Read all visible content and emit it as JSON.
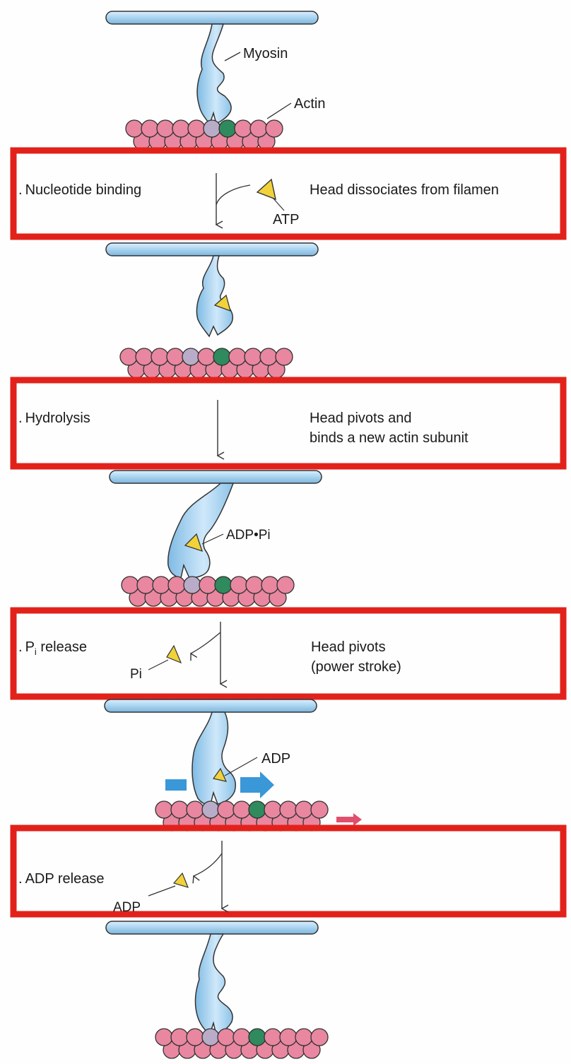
{
  "labels": {
    "myosin": "Myosin",
    "actin": "Actin",
    "atp": "ATP",
    "adp_pi": "ADP•Pi",
    "adp": "ADP",
    "pi": "Pi",
    "adp_released": "ADP"
  },
  "steps": [
    {
      "prefix": ".",
      "title": "Nucleotide binding",
      "result_line1": "Head dissociates from filamen",
      "result_line2": ""
    },
    {
      "prefix": ".",
      "title": "Hydrolysis",
      "result_line1": "Head pivots and",
      "result_line2": "binds a new actin subunit"
    },
    {
      "prefix": ".",
      "title_main": "P",
      "title_sub": "i",
      "title_rest": " release",
      "result_line1": "Head pivots",
      "result_line2": "(power stroke)"
    },
    {
      "prefix": ".",
      "title": "ADP release",
      "result_line1": "",
      "result_line2": ""
    }
  ],
  "colors": {
    "highlight_box": "#e3211b",
    "myosin": "#a9d3ef",
    "actin": "#e8879f",
    "actin_highlight_green": "#2f8a5d",
    "actin_highlight_lavender": "#b9acc9",
    "nucleotide": "#f1d23a",
    "movement_arrow": "#3a97d8",
    "filament_shift_arrow": "#e0506c"
  }
}
